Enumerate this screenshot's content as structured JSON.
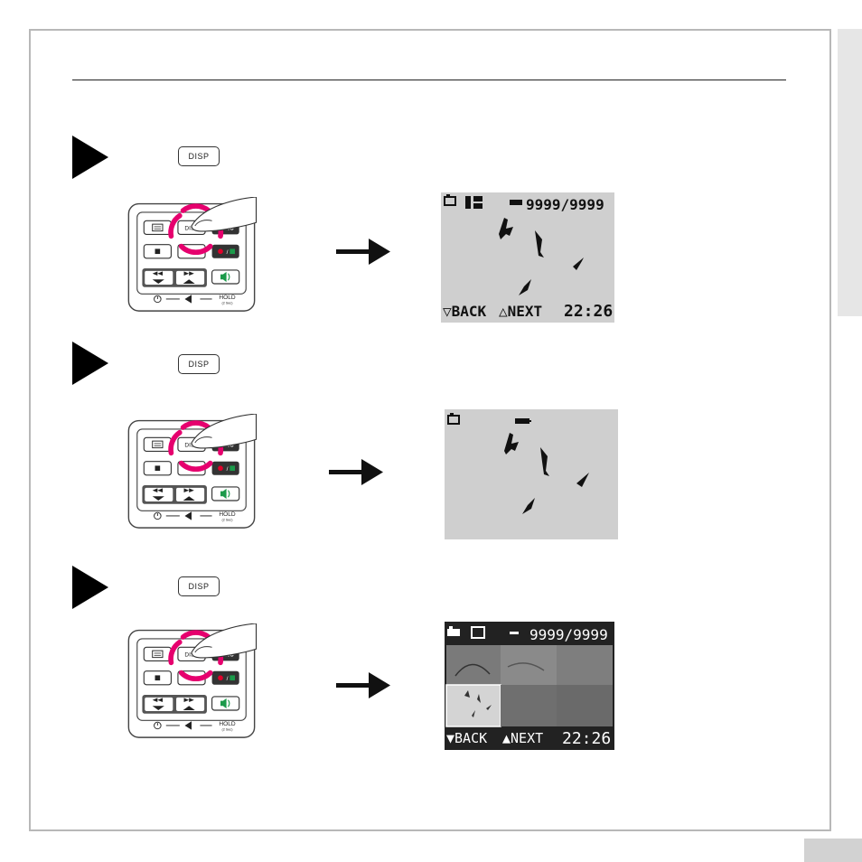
{
  "steps": [
    {
      "disp_label": "DISP",
      "remote": {
        "menu_icon": "list-icon",
        "disp_label": "DISP",
        "func_label": "FUNC",
        "stop_icon": "stop-icon",
        "rec_icon": "record-icon",
        "rew_icon": "rewind-icon",
        "ff_icon": "fast-forward-icon",
        "vol_icon": "speaker-icon",
        "hold_label": "HOLD",
        "hold_sub": "(2 Sec)"
      },
      "screen": {
        "mode": "full-osd",
        "counter": "9999/9999",
        "back_label": "BACK",
        "next_label": "NEXT",
        "time": "22:26"
      }
    },
    {
      "disp_label": "DISP",
      "remote": {
        "menu_icon": "list-icon",
        "disp_label": "DISP",
        "func_label": "FUNC",
        "stop_icon": "stop-icon",
        "rec_icon": "record-icon",
        "rew_icon": "rewind-icon",
        "ff_icon": "fast-forward-icon",
        "vol_icon": "speaker-icon",
        "hold_label": "HOLD",
        "hold_sub": "(2 Sec)"
      },
      "screen": {
        "mode": "minimal-osd"
      }
    },
    {
      "disp_label": "DISP",
      "remote": {
        "menu_icon": "list-icon",
        "disp_label": "DISP",
        "func_label": "FUNC",
        "stop_icon": "stop-icon",
        "rec_icon": "record-icon",
        "rew_icon": "rewind-icon",
        "ff_icon": "fast-forward-icon",
        "vol_icon": "speaker-icon",
        "hold_label": "HOLD",
        "hold_sub": "(2 Sec)"
      },
      "screen": {
        "mode": "thumbnail-grid",
        "counter": "9999/9999",
        "back_label": "BACK",
        "next_label": "NEXT",
        "time": "22:26"
      }
    }
  ],
  "colors": {
    "press_highlight": "#e6006e",
    "rec_green": "#1b9a4a",
    "rec_red": "#e0002a",
    "screen_gray": "#cfcfcf"
  }
}
